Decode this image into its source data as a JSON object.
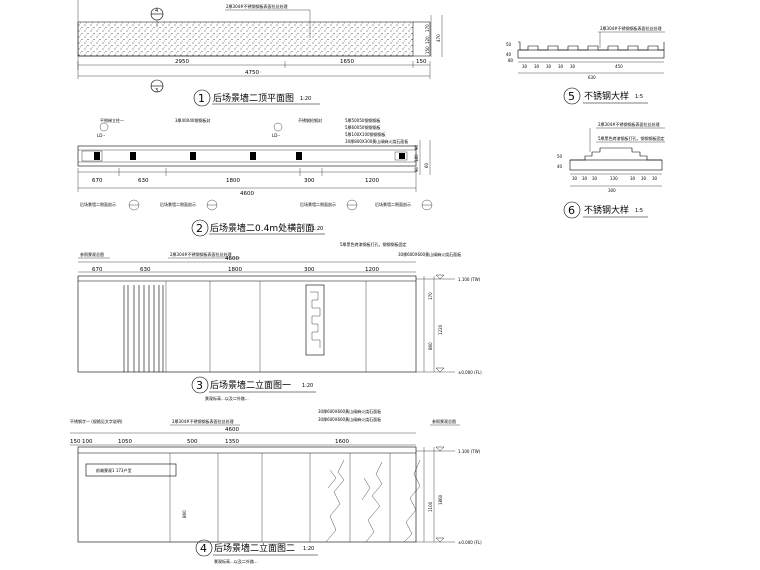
{
  "drawing1": {
    "note": "2厚304#不锈钢钢板表面拉丝处理",
    "dims_bottom": [
      "2950",
      "1650",
      "150"
    ],
    "dim_total": "4750",
    "dims_right": [
      "150",
      "120",
      "170",
      "470"
    ],
    "section_mark_top": "4",
    "section_mark_bottom": "3",
    "num": "1",
    "title": "后场景墙二顶平面图",
    "scale": "1:20"
  },
  "drawing2": {
    "labels": [
      "平侧梯立柱一",
      "3厚40X40钢钢板封",
      "不锈钢检钢封",
      "5厚50X50钢钢钢板",
      "5厚60X50钢钢钢板",
      "5厚100X100钢钢钢板",
      "3X厚800X300黄山绿麻火烧石面板"
    ],
    "tag_ld": "LD--",
    "dims": [
      "670",
      "630",
      "1800",
      "300",
      "1200"
    ],
    "dim_total": "4600",
    "dims_right": [
      "90",
      "180",
      "90",
      "60"
    ],
    "callouts": [
      "后场景墙二侧面剖示",
      "后场景墙二侧面剖示",
      "后场景墙二侧面剖示",
      "后场景墙二侧面剖示"
    ],
    "num": "2",
    "title": "后场景墙二0.4m处横剖面",
    "scale": "1:20"
  },
  "drawing3": {
    "label_left": "参照景观总图",
    "notes": [
      "2厚304#不锈钢钢板表面拉丝处理",
      "5厚黑色烤漆钢板打孔，钢钢钢板固定",
      "30厚600X600黄山绿麻火烧石面板"
    ],
    "dims": [
      "670",
      "630",
      "1800",
      "300",
      "1200"
    ],
    "dim_total": "4600",
    "level_top": "1.100 (TW)",
    "level_bottom": "±0.000 (FL)",
    "dims_right": [
      "860",
      "1220",
      "170"
    ],
    "num": "3",
    "title": "后场景墙二立面图一",
    "scale": "1:20",
    "subnote": "景观标高...以及二外路..."
  },
  "drawing4": {
    "label_left": "不锈钢字一 (规格见文字说明)",
    "label_right": "参照景观总图",
    "notes": [
      "2厚304#不锈钢钢板表面拉丝处理",
      "30厚600X600黄山绿麻火烧石面板",
      "30厚600X600黄山绿麻火烧石面板"
    ],
    "dims": [
      "150",
      "100",
      "1050",
      "500",
      "1350",
      "1600"
    ],
    "dim_total": "4600",
    "sign_text": "前端景观1 173户型",
    "level_top": "1.100 (TW)",
    "level_bottom": "±0.000 (FL)",
    "dims_right": [
      "860",
      "1100",
      "1860"
    ],
    "num": "4",
    "title": "后场景墙二立面图二",
    "scale": "1:20",
    "subnote": "景观标高...以及二外路..."
  },
  "drawing5": {
    "note": "2厚304#不锈钢钢板表面拉丝处理",
    "dims_left": [
      "50",
      "40",
      "80"
    ],
    "dims_bottom": [
      "30",
      "30",
      "30",
      "30",
      "30",
      "450"
    ],
    "dim_total": "630",
    "num": "5",
    "title": "不锈钢大样",
    "scale": "1:5"
  },
  "drawing6": {
    "note1": "2厚304#不锈钢钢板表面拉丝处理",
    "note2": "5厚黑色烤漆钢板打孔，钢钢钢板固定",
    "dims_left": [
      "50",
      "40"
    ],
    "dims_bottom": [
      "30",
      "30",
      "30",
      "130",
      "30",
      "30",
      "30"
    ],
    "dim_total": "300",
    "num": "6",
    "title": "不锈钢大样",
    "scale": "1:5"
  }
}
